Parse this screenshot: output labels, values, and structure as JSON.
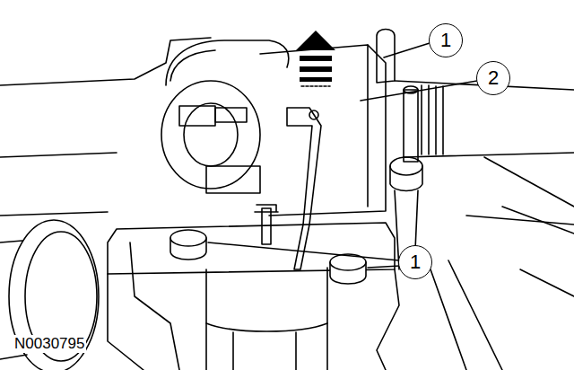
{
  "diagram": {
    "labels": [
      "1",
      "2",
      "1",
      "N0030795"
    ]
  }
}
